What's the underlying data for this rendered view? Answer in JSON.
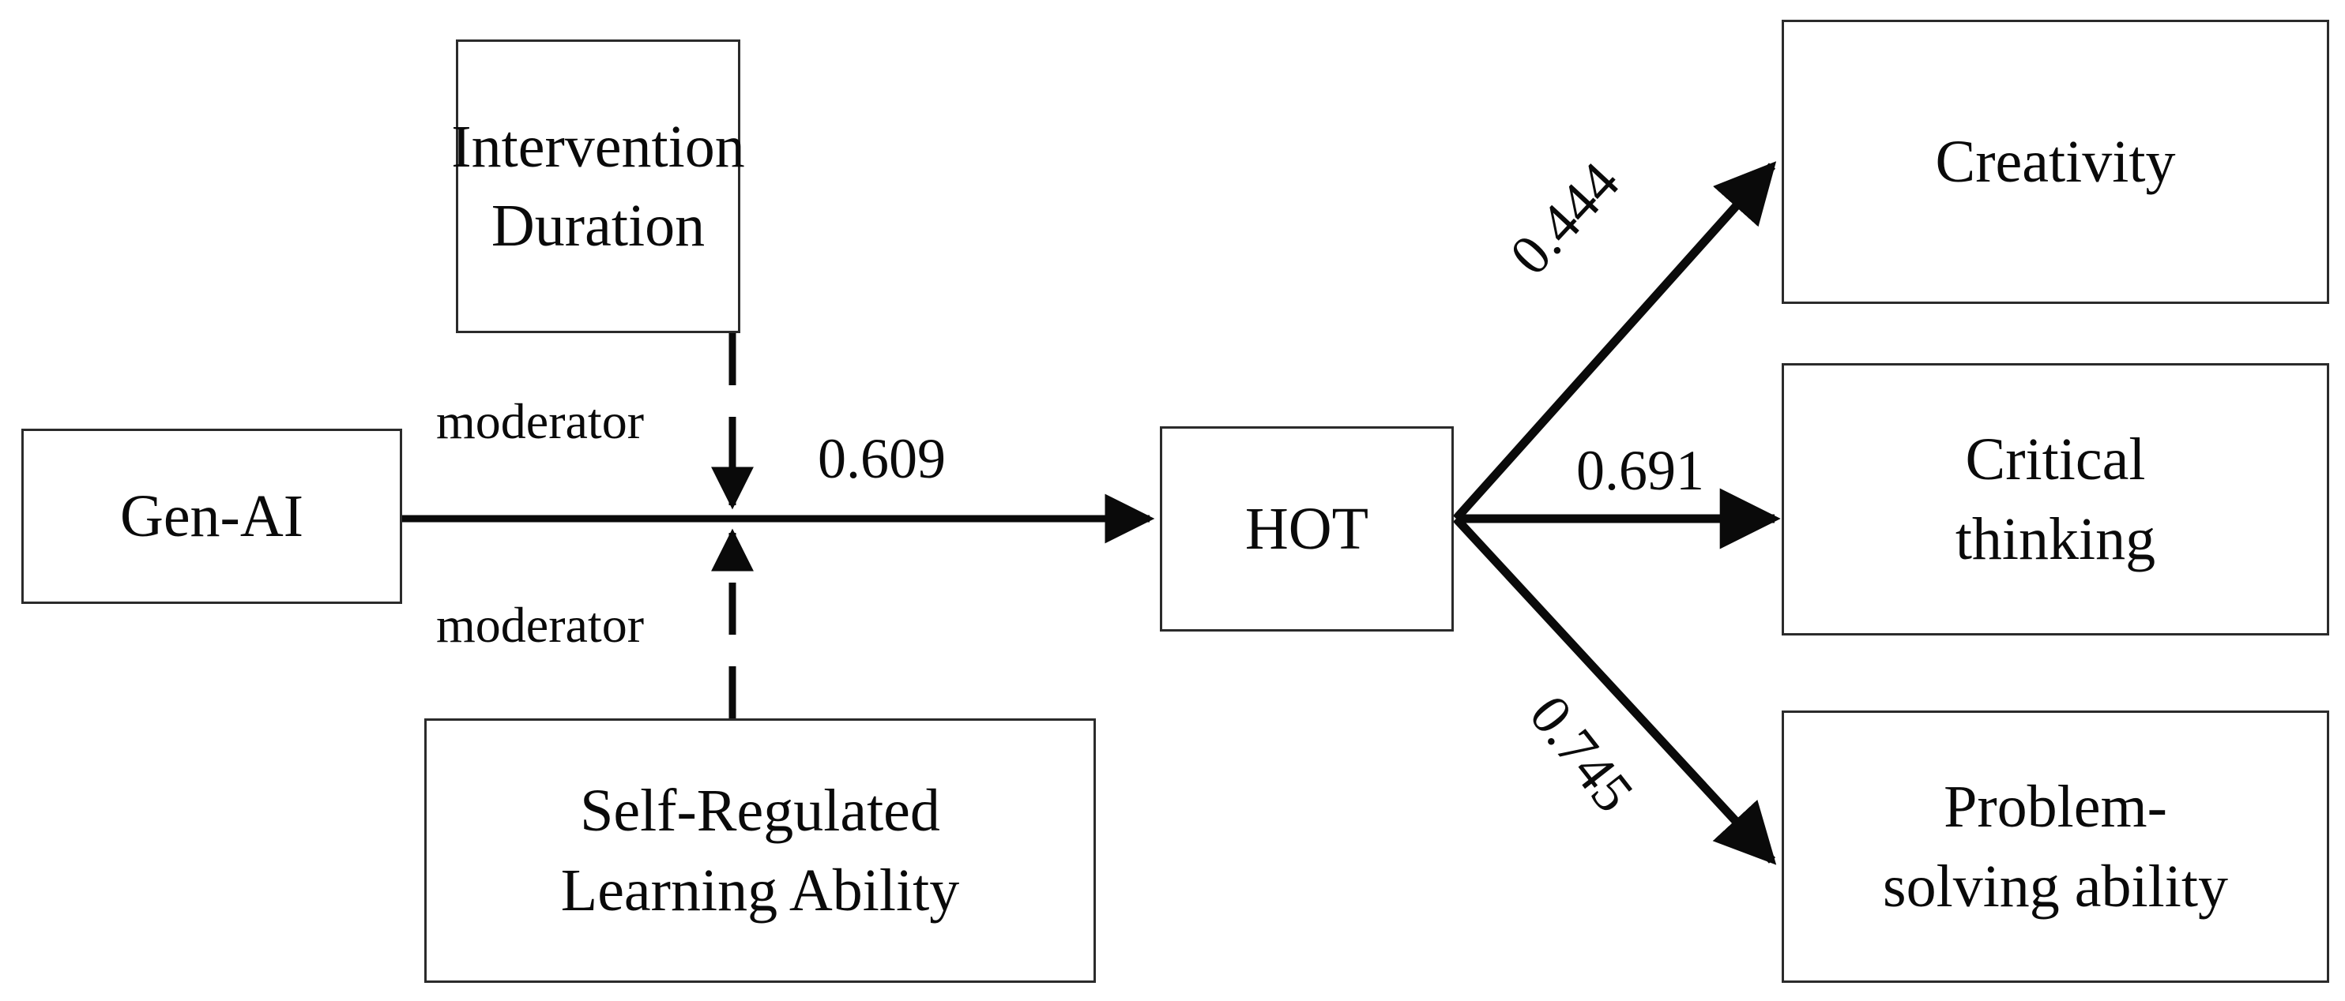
{
  "diagram": {
    "type": "conceptual-path-model",
    "nodes": [
      {
        "id": "intervention-duration",
        "label": "Intervention\nDuration"
      },
      {
        "id": "gen-ai",
        "label": "Gen-AI"
      },
      {
        "id": "hot",
        "label": "HOT"
      },
      {
        "id": "self-regulated-learning-ability",
        "label": "Self-Regulated\nLearning Ability"
      },
      {
        "id": "creativity",
        "label": "Creativity"
      },
      {
        "id": "critical-thinking",
        "label": "Critical\nthinking"
      },
      {
        "id": "problem-solving-ability",
        "label": "Problem-\nsolving ability"
      }
    ],
    "edges": [
      {
        "id": "gen-ai-to-hot",
        "from": "gen-ai",
        "to": "hot",
        "label": "0.609",
        "style": "solid-arrow"
      },
      {
        "id": "hot-to-creativity",
        "from": "hot",
        "to": "creativity",
        "label": "0.444",
        "style": "solid-arrow"
      },
      {
        "id": "hot-to-critical-thinking",
        "from": "hot",
        "to": "critical-thinking",
        "label": "0.691",
        "style": "solid-arrow"
      },
      {
        "id": "hot-to-problem-solving",
        "from": "hot",
        "to": "problem-solving-ability",
        "label": "0.745",
        "style": "solid-arrow"
      },
      {
        "id": "intervention-duration-moderates",
        "from": "intervention-duration",
        "to": "gen-ai-to-hot",
        "label": "moderator",
        "style": "dashed-arrow"
      },
      {
        "id": "srl-moderates",
        "from": "self-regulated-learning-ability",
        "to": "gen-ai-to-hot",
        "label": "moderator",
        "style": "dashed-arrow"
      }
    ],
    "colors": {
      "stroke": "#2b2b2b",
      "text": "#0a0a0a",
      "background": "#ffffff"
    }
  }
}
